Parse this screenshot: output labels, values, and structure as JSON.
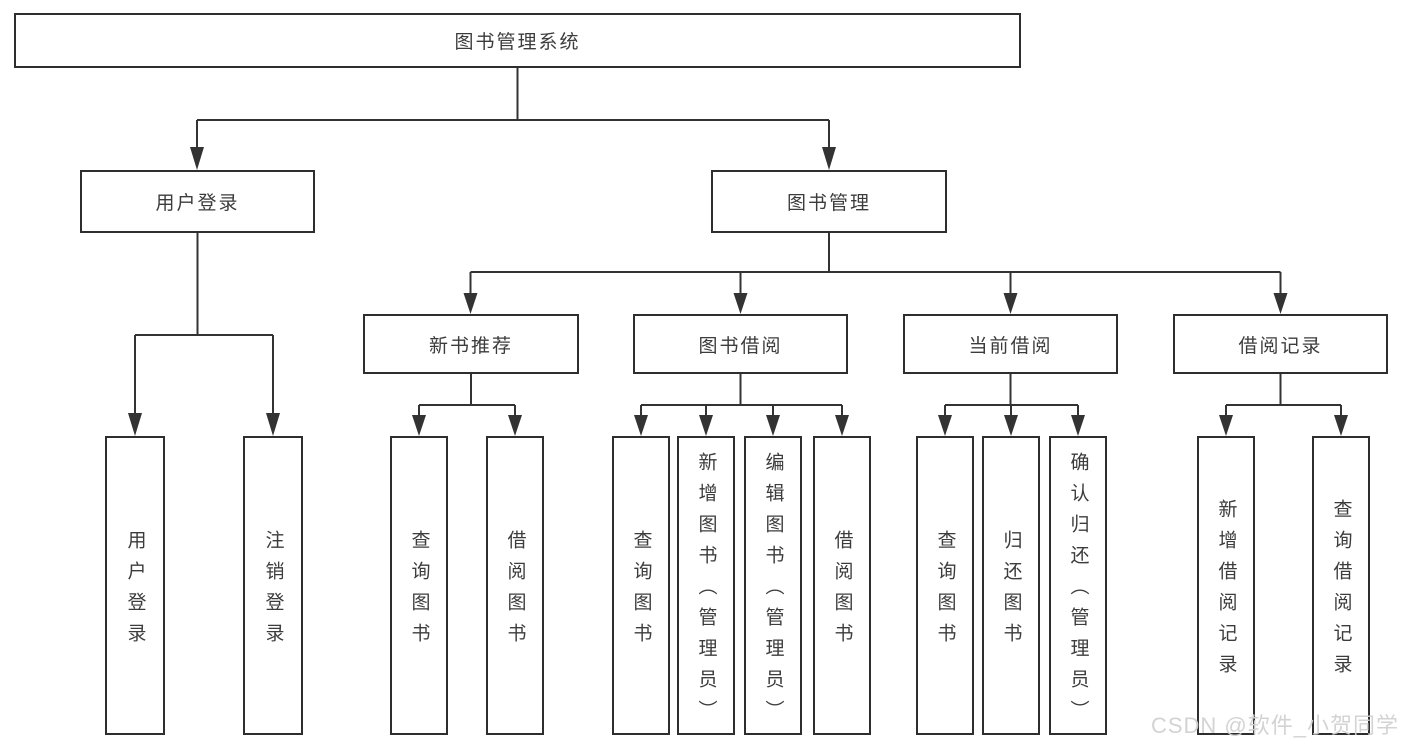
{
  "diagram": {
    "title": "图书管理系统",
    "tree": {
      "label": "图书管理系统",
      "children": [
        {
          "label": "用户登录",
          "children": [
            {
              "label": "用户登录"
            },
            {
              "label": "注销登录"
            }
          ]
        },
        {
          "label": "图书管理",
          "children": [
            {
              "label": "新书推荐",
              "children": [
                {
                  "label": "查询图书"
                },
                {
                  "label": "借阅图书"
                }
              ]
            },
            {
              "label": "图书借阅",
              "children": [
                {
                  "label": "查询图书"
                },
                {
                  "label": "新增图书（管理员）"
                },
                {
                  "label": "编辑图书（管理员）"
                },
                {
                  "label": "借阅图书"
                }
              ]
            },
            {
              "label": "当前借阅",
              "children": [
                {
                  "label": "查询图书"
                },
                {
                  "label": "归还图书"
                },
                {
                  "label": "确认归还（管理员）"
                }
              ]
            },
            {
              "label": "借阅记录",
              "children": [
                {
                  "label": "新增借阅记录"
                },
                {
                  "label": "查询借阅记录"
                }
              ]
            }
          ]
        }
      ]
    },
    "colors": {
      "line": "#333333",
      "border": "#2e2e2e",
      "text": "#3c3c3c",
      "background": "#ffffff",
      "watermark": "#d1d1d1"
    }
  },
  "watermark": {
    "text": "CSDN @软件_小贺同学"
  }
}
